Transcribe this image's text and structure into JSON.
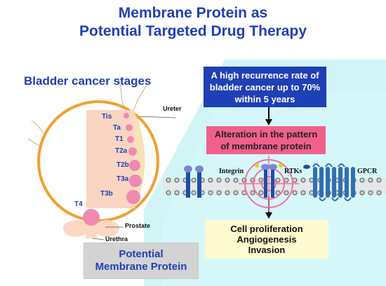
{
  "title": {
    "line1": "Membrane Protein as",
    "line2": "Potential Targeted Drug Therapy"
  },
  "stages_label": "Bladder cancer stages",
  "stages": [
    "Tis",
    "Ta",
    "T1",
    "T2a",
    "T2b",
    "T3a",
    "T3b",
    "T4"
  ],
  "anatomy": {
    "ureter": "Ureter",
    "prostate": "Prostate",
    "urethra": "Urethra"
  },
  "boxes": {
    "recurrence": [
      "A high recurrence rate of",
      "bladder cancer up to 70%",
      "within 5 years"
    ],
    "alteration": [
      "Alteration in the pattern",
      "of membrane protein"
    ],
    "outcomes": [
      "Cell proliferation",
      "Angiogenesis",
      "Invasion"
    ],
    "potential": [
      "Potential",
      "Membrane Protein"
    ]
  },
  "membrane_labels": {
    "integrin": "Integrin",
    "rtks": "RTKs",
    "gpcr": "GPCR"
  },
  "colors": {
    "title_blue": "#1f3fb5",
    "pink": "#f1608c",
    "light_cyan": "#c9f3f6",
    "bladder_wall": "#f0a030"
  }
}
